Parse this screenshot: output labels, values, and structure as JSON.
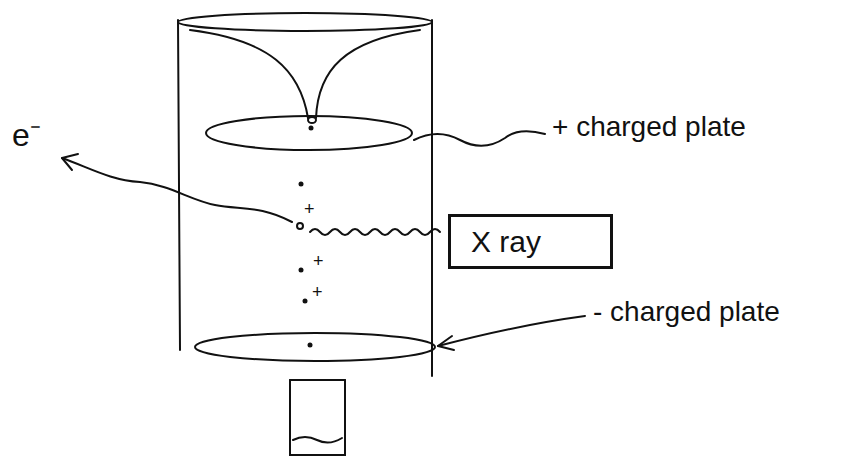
{
  "diagram": {
    "nodes": [
      {
        "text": [
          "X ray"
        ]
      }
    ],
    "labels": [
      "e⁻",
      "+ charged plate",
      "- charged plate",
      "+",
      "+",
      "+"
    ]
  }
}
